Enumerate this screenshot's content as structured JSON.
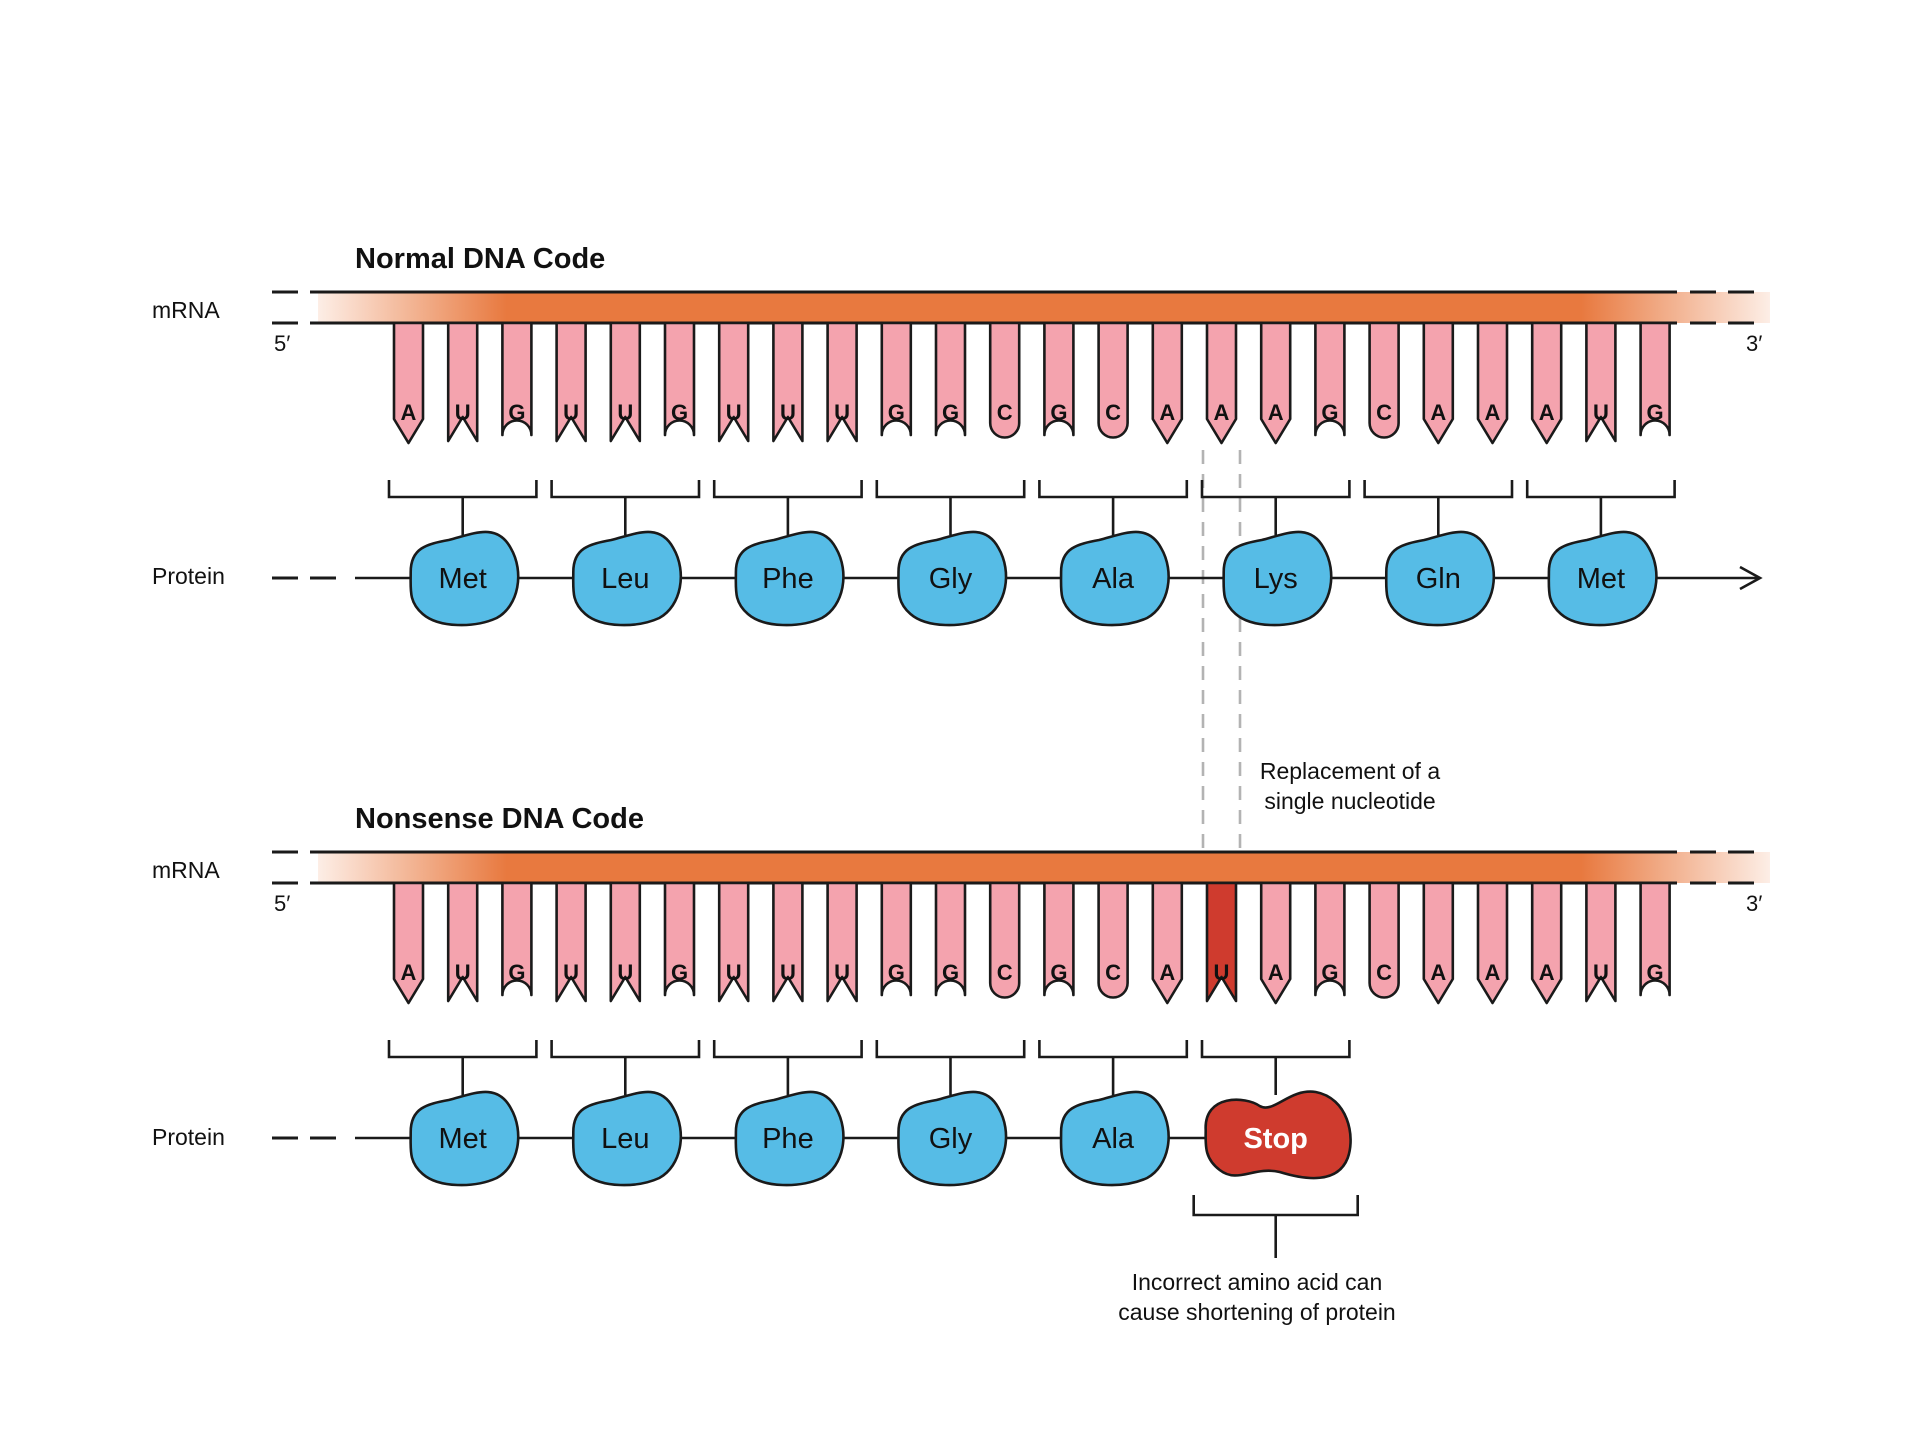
{
  "colors": {
    "mrna_band": "#e8793f",
    "mrna_fade": "#fdeee6",
    "base_fill": "#f4a3ae",
    "mutant_base_fill": "#cf3b2e",
    "amino_fill": "#56bce6",
    "stop_fill": "#cf3b2e",
    "line": "#1a1a1a",
    "guide_line": "#b3b3b3"
  },
  "labels": {
    "mrna": "mRNA",
    "protein": "Protein",
    "five_prime": "5′",
    "three_prime": "3′"
  },
  "normal": {
    "title": "Normal DNA Code",
    "bases": [
      "A",
      "U",
      "G",
      "U",
      "U",
      "G",
      "U",
      "U",
      "U",
      "G",
      "G",
      "C",
      "G",
      "C",
      "A",
      "A",
      "A",
      "G",
      "C",
      "A",
      "A",
      "A",
      "U",
      "G"
    ],
    "amino_acids": [
      "Met",
      "Leu",
      "Phe",
      "Gly",
      "Ala",
      "Lys",
      "Gln",
      "Met"
    ]
  },
  "nonsense": {
    "title": "Nonsense DNA Code",
    "bases": [
      "A",
      "U",
      "G",
      "U",
      "U",
      "G",
      "U",
      "U",
      "U",
      "G",
      "G",
      "C",
      "G",
      "C",
      "A",
      "U",
      "A",
      "G",
      "C",
      "A",
      "A",
      "A",
      "U",
      "G"
    ],
    "mutated_index": 15,
    "amino_acids": [
      "Met",
      "Leu",
      "Phe",
      "Gly",
      "Ala"
    ],
    "stop_label": "Stop"
  },
  "annotations": {
    "replacement": [
      "Replacement of a",
      "single nucleotide"
    ],
    "shortening": [
      "Incorrect amino acid can",
      "cause shortening of protein"
    ]
  }
}
